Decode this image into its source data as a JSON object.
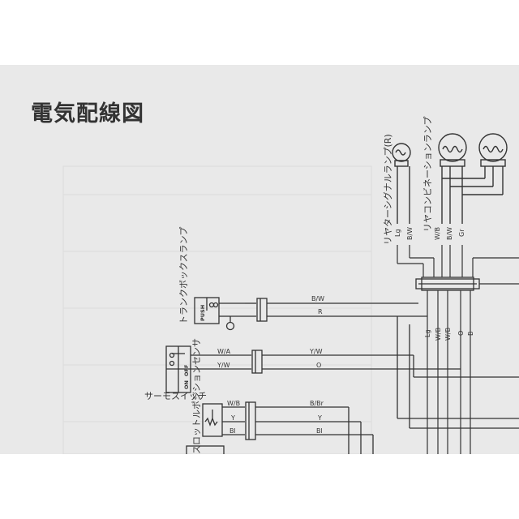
{
  "title": "電気配線図",
  "components": {
    "rear_signal_lamp": "リヤターシグナルランプ(R)",
    "rear_combination_lamp": "リヤコンビネーションランプ",
    "trunk_box_lamp": "トランクボックスランプ",
    "thermo_switch": "サーモスイッチ",
    "throttle_sensor": "スロットルポジションセンサ"
  },
  "switch_labels": {
    "push": "PUSH",
    "on": "ON",
    "off": "OFF"
  },
  "wire_labels": {
    "top": [
      "Lg",
      "B/W",
      "W/B",
      "B/W",
      "Gr"
    ],
    "mid": [
      "Lg",
      "W/B",
      "W/B",
      "O",
      "B"
    ],
    "trunk": [
      "B/W",
      "R"
    ],
    "thermo_left": [
      "W/A",
      "Y/W"
    ],
    "thermo_right": [
      "Y/W",
      "O"
    ],
    "throttle_left": [
      "W/B",
      "Y",
      "Bl"
    ],
    "throttle_right": [
      "B/Br",
      "Y",
      "Bl"
    ]
  }
}
